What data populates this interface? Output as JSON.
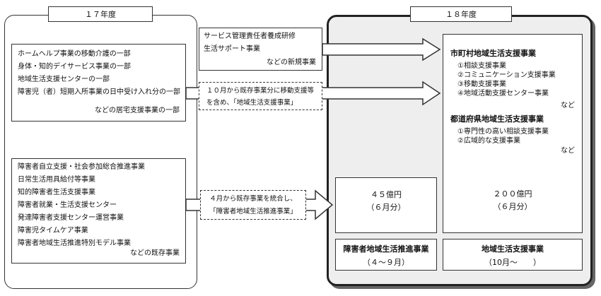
{
  "fy17": {
    "label": "１７年度",
    "upper_items": [
      "ホームヘルプ事業の移動介護の一部",
      "身体・知的デイサービス事業の一部",
      "地域生活支援センターの一部",
      "障害児（者）短期入所事業の日中受け入れ分の一部"
    ],
    "upper_footer": "などの居宅支援事業の一部",
    "lower_items": [
      "障害者自立支援・社会参加総合推進事業",
      "日常生活用具給付等事業",
      "知的障害者生活支援事業",
      "障害者就業・生活支援センター",
      "発達障害者支援センター運営事業",
      "障害児タイムケア事業",
      "障害者地域生活推進特別モデル事業"
    ],
    "lower_footer": "などの既存事業"
  },
  "fy18": {
    "label": "１８年度",
    "municipal_title": "市町村地域生活支援事業",
    "municipal_items": [
      "①相談支援事業",
      "②コミュニケーション支援事業",
      "③移動支援事業",
      "④地域活動支援センター事業"
    ],
    "etc1": "など",
    "prefectural_title": "都道府県地域生活支援事業",
    "prefectural_items": [
      "①専門性の高い相談支援事業",
      "②広域的な支援事業"
    ],
    "etc2": "など",
    "budget_small": "４５億円",
    "budget_small_note": "（６月分）",
    "budget_large": "２００億円",
    "budget_large_note": "（６月分）",
    "footer_left_title": "障害者地域生活推進事業",
    "footer_left_period": "（４～９月）",
    "footer_right_title": "地域生活支援事業",
    "footer_right_period": "（10月～　　）"
  },
  "new_projects": {
    "lines": [
      "サービス管理責任者養成研修",
      "生活サポート事業"
    ],
    "footer": "などの新規事業"
  },
  "transfer_oct": {
    "line1": "１０月から既存事業分に移動支援等",
    "line2": "を含め、「地域生活支援事業」"
  },
  "transfer_apr": {
    "line1": "４月から既存事業を統合し、",
    "line2": "「障害者地域生活推進事業」"
  }
}
